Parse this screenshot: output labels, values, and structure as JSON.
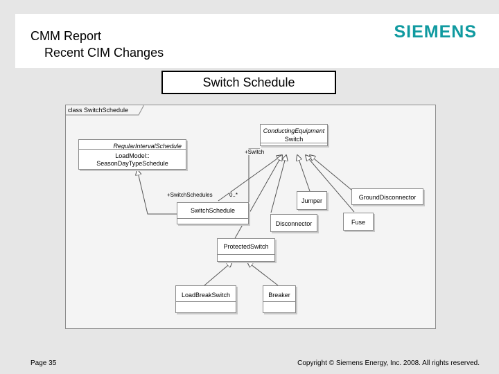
{
  "header": {
    "title_line1": "CMM Report",
    "title_line2": "Recent CIM Changes",
    "logo": "SIEMENS"
  },
  "slide_title": "Switch Schedule",
  "diagram": {
    "frame_label": "class SwitchSchedule",
    "classes": {
      "regular_interval_schedule": {
        "stereotype": "RegularIntervalSchedule",
        "attr1": "LoadModel::",
        "attr2": "SeasonDayTypeSchedule"
      },
      "switch": {
        "stereotype": "ConductingEquipment",
        "name": "Switch"
      },
      "switch_schedule": {
        "name": "SwitchSchedule"
      },
      "jumper": {
        "name": "Jumper"
      },
      "ground_disconnector": {
        "name": "GroundDisconnector"
      },
      "fuse": {
        "name": "Fuse"
      },
      "disconnector": {
        "name": "Disconnector"
      },
      "protected_switch": {
        "name": "ProtectedSwitch"
      },
      "load_break_switch": {
        "name": "LoadBreakSwitch"
      },
      "breaker": {
        "name": "Breaker"
      }
    },
    "labels": {
      "switch_role": "+Switch",
      "switch_schedules_role": "+SwitchSchedules",
      "multiplicity": "0..*"
    },
    "colors": {
      "border": "#8a8a8a",
      "arrow": "#555555",
      "logo": "#109aa0"
    }
  },
  "footer": {
    "page": "Page 35",
    "copyright": "Copyright © Siemens Energy, Inc. 2008. All rights reserved."
  }
}
